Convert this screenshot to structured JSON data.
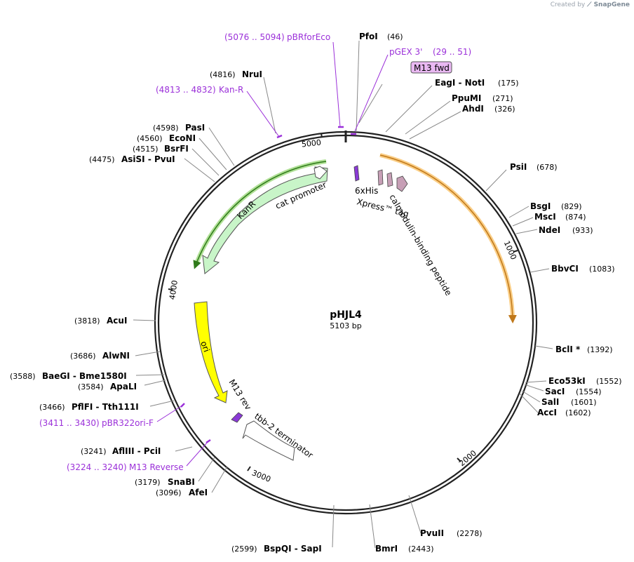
{
  "credit": {
    "prefix": "Created by",
    "brand": "SnapGene"
  },
  "plasmid": {
    "name": "pHJL4",
    "length_label": "5103 bp",
    "length": 5103
  },
  "tick_labels": [
    "1000",
    "2000",
    "3000",
    "4000",
    "5000"
  ],
  "enzymes": [
    {
      "name": "PfoI",
      "pos": "(46)"
    },
    {
      "name": "EagI - NotI",
      "pos": "(175)"
    },
    {
      "name": "PpuMI",
      "pos": "(271)"
    },
    {
      "name": "AhdI",
      "pos": "(326)"
    },
    {
      "name": "PsiI",
      "pos": "(678)"
    },
    {
      "name": "BsgI",
      "pos": "(829)"
    },
    {
      "name": "MscI",
      "pos": "(874)"
    },
    {
      "name": "NdeI",
      "pos": "(933)"
    },
    {
      "name": "BbvCI",
      "pos": "(1083)"
    },
    {
      "name": "BclI *",
      "pos": "(1392)"
    },
    {
      "name": "Eco53kI",
      "pos": "(1552)"
    },
    {
      "name": "SacI",
      "pos": "(1554)"
    },
    {
      "name": "SalI",
      "pos": "(1601)"
    },
    {
      "name": "AccI",
      "pos": "(1602)"
    },
    {
      "name": "PvuII",
      "pos": "(2278)"
    },
    {
      "name": "BmrI",
      "pos": "(2443)"
    },
    {
      "name": "BspQI - SapI",
      "pos": "(2599)"
    },
    {
      "name": "AfeI",
      "pos": "(3096)"
    },
    {
      "name": "SnaBI",
      "pos": "(3179)"
    },
    {
      "name": "AflIII - PciI",
      "pos": "(3241)"
    },
    {
      "name": "PflFI - Tth111I",
      "pos": "(3466)"
    },
    {
      "name": "ApaLI",
      "pos": "(3584)"
    },
    {
      "name": "BaeGI - Bme1580I",
      "pos": "(3588)"
    },
    {
      "name": "AlwNI",
      "pos": "(3686)"
    },
    {
      "name": "AcuI",
      "pos": "(3818)"
    },
    {
      "name": "AsiSI - PvuI",
      "pos": "(4475)"
    },
    {
      "name": "BsrFI",
      "pos": "(4515)"
    },
    {
      "name": "EcoNI",
      "pos": "(4560)"
    },
    {
      "name": "PasI",
      "pos": "(4598)"
    },
    {
      "name": "NruI",
      "pos": "(4816)"
    }
  ],
  "primers": [
    {
      "name": "pBRforEco",
      "range": "(5076 .. 5094)"
    },
    {
      "name": "pGEX 3'",
      "range": "(29 .. 51)"
    },
    {
      "name": "M13 fwd",
      "range": ""
    },
    {
      "name": "Kan-R",
      "range": "(4813 .. 4832)"
    },
    {
      "name": "pBR322ori-F",
      "range": "(3411 .. 3430)"
    },
    {
      "name": "M13 Reverse",
      "range": "(3224 .. 3240)"
    }
  ],
  "features": [
    {
      "name": "6xHis",
      "color": "#8a3ad6"
    },
    {
      "name": "Xpress™ tag",
      "color": "#c79fb6"
    },
    {
      "name": "calmodulin-binding peptide",
      "color": "#c79fb6"
    },
    {
      "name": "cat promoter",
      "color": "#ffffff"
    },
    {
      "name": "KanR",
      "color": "#c8f5c8"
    },
    {
      "name": "ori",
      "color": "#ffff00"
    },
    {
      "name": "M13 rev",
      "color": "#8a3ad6"
    },
    {
      "name": "tbb-2 terminator",
      "color": "#ffffff"
    }
  ],
  "colors": {
    "primer": "#9b30d9",
    "orange_arc": "#f5a623",
    "green_arc": "#4aa12a",
    "backbone": "#222222"
  }
}
